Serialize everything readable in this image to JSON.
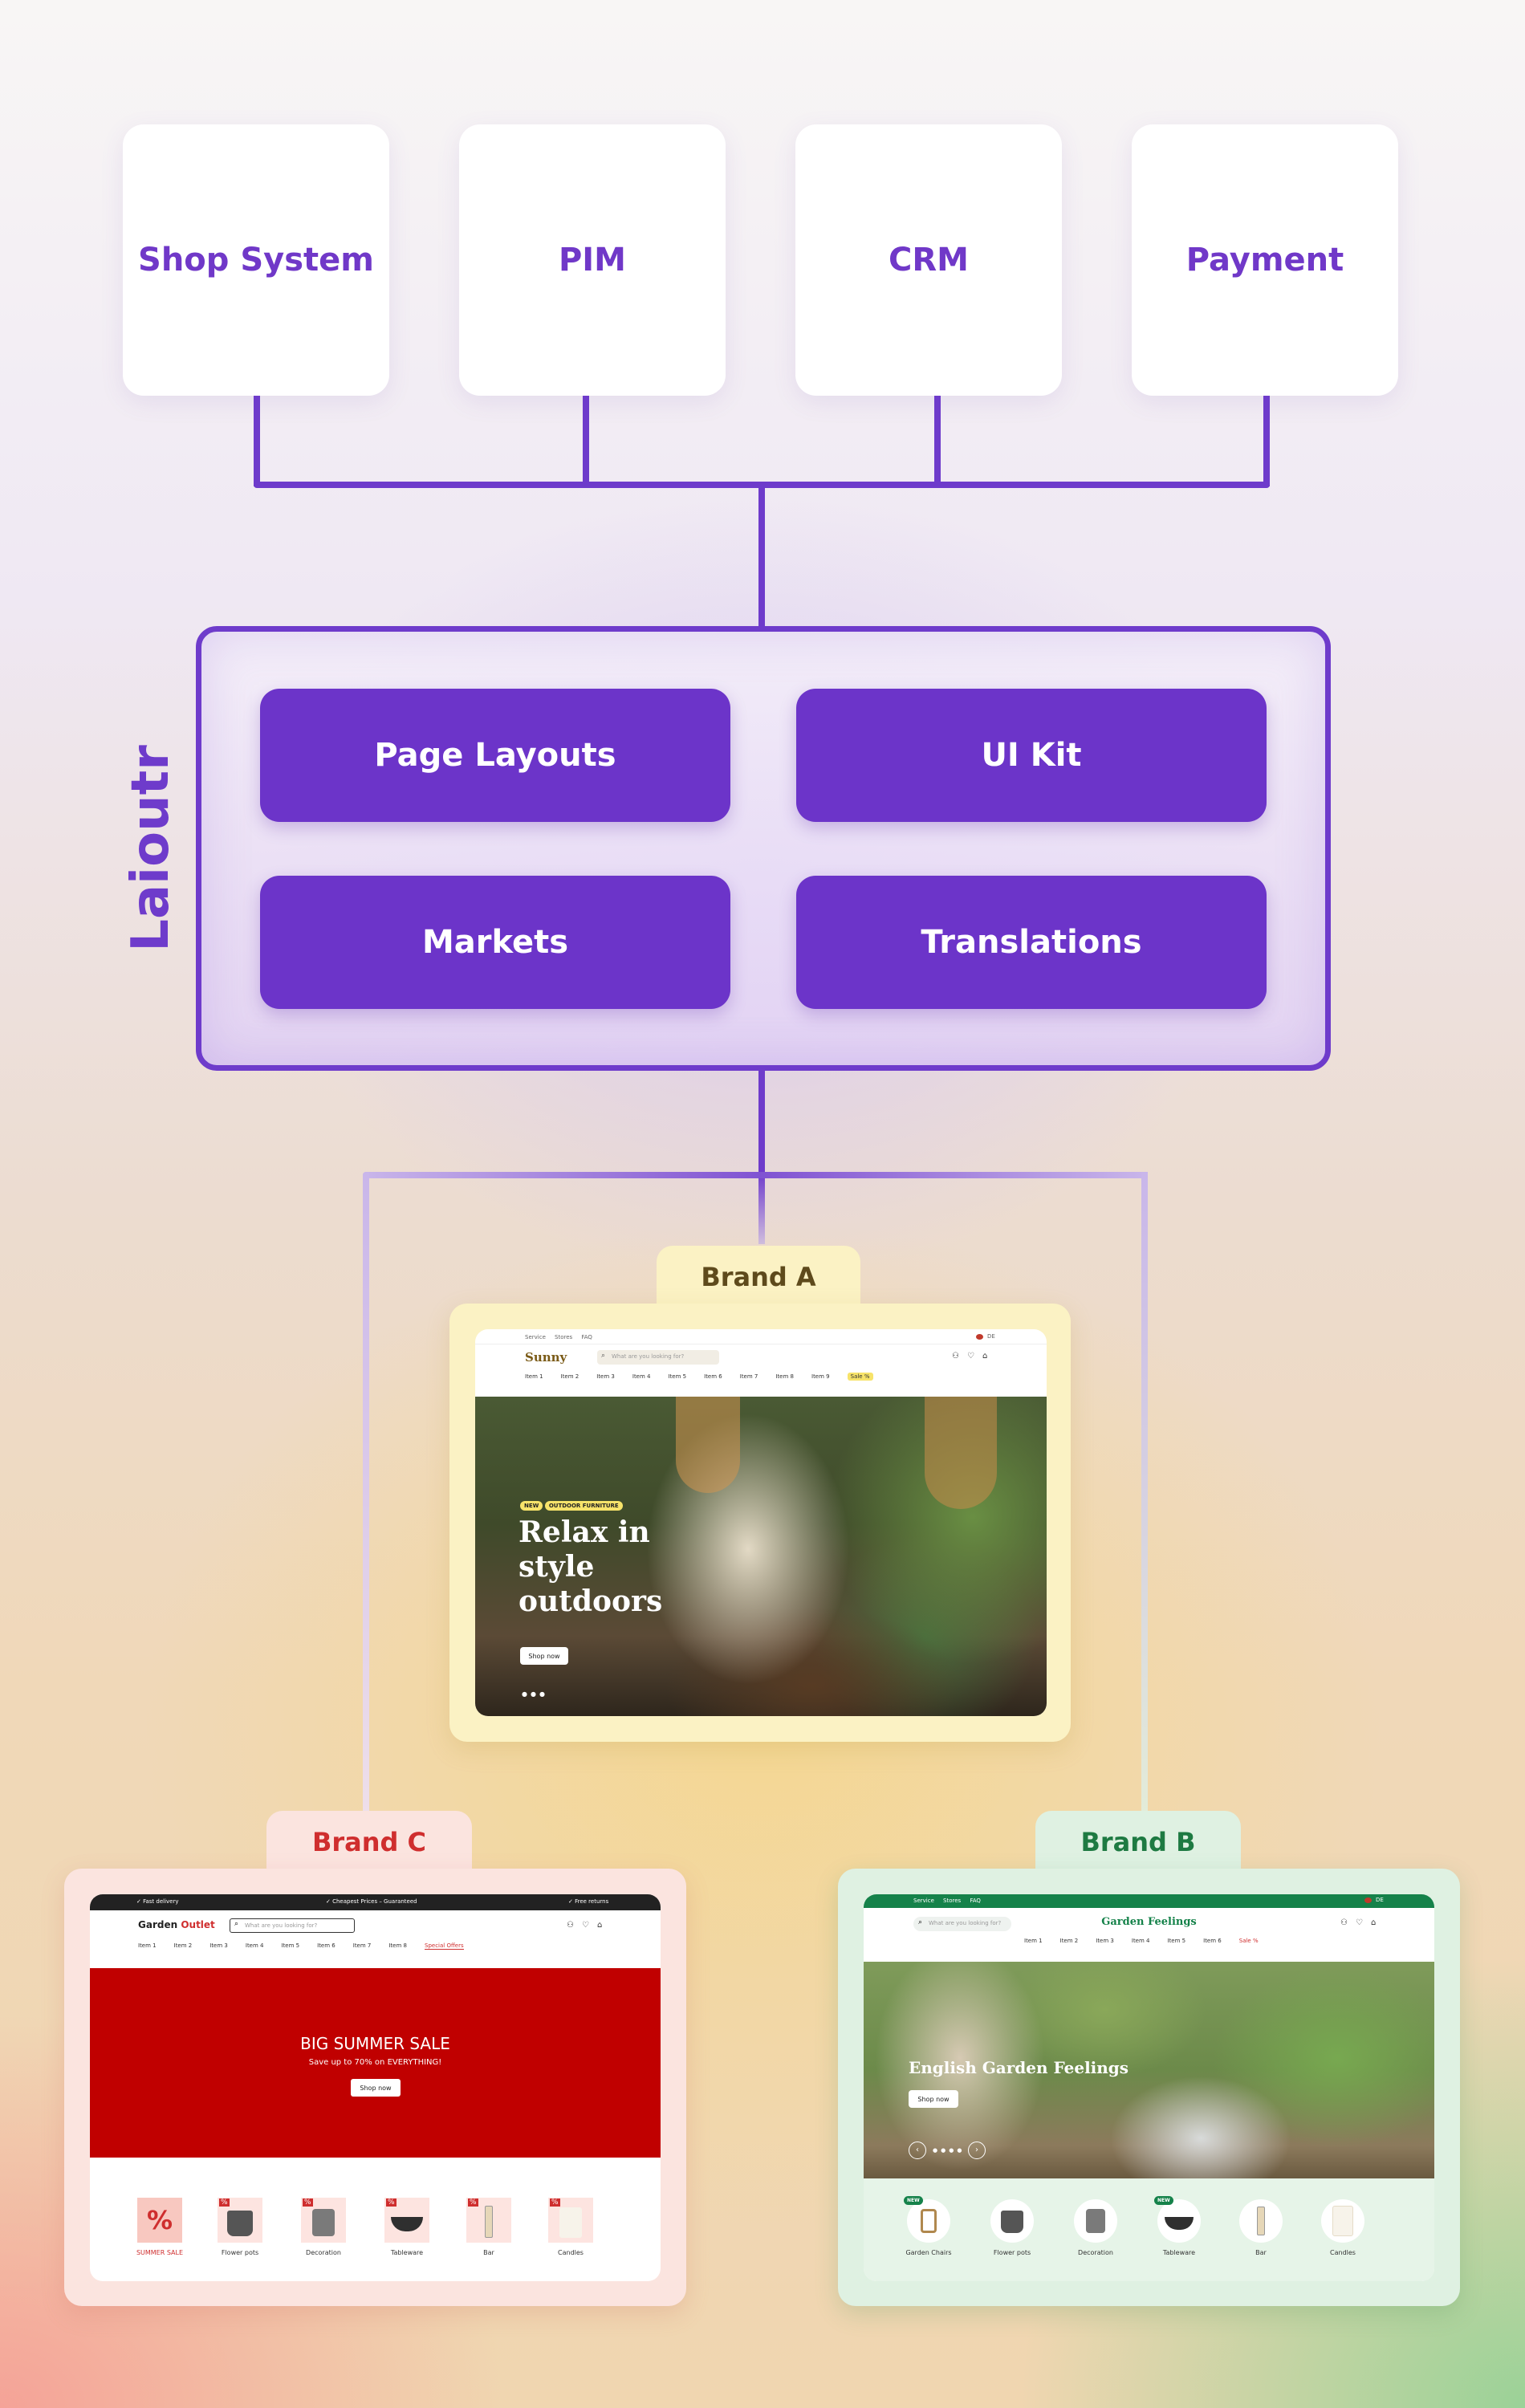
{
  "systems": [
    {
      "label": "Shop System",
      "icon": "shop-system"
    },
    {
      "label": "PIM",
      "icon": "pim"
    },
    {
      "label": "CRM",
      "icon": "crm"
    },
    {
      "label": "Payment",
      "icon": "payment"
    }
  ],
  "platform": {
    "name": "Laioutr",
    "modules": [
      "Page Layouts",
      "UI Kit",
      "Markets",
      "Translations"
    ]
  },
  "colors": {
    "accent": "#6e3bcb",
    "module_bg": "#6c34c9",
    "brand_a_tab": "#fbf2c4",
    "brand_b_tab": "#dff1e2",
    "brand_c_tab": "#fbe4df",
    "brand_a_text": "#5e4a1c",
    "brand_b_text": "#1e7a42",
    "brand_c_text": "#cf2e2e"
  },
  "brand_a": {
    "tab": "Brand A",
    "topbar": [
      "Service",
      "Stores",
      "FAQ"
    ],
    "lang": "DE",
    "logo": "Sunny",
    "search_placeholder": "What are you looking for?",
    "nav": [
      "Item 1",
      "Item 2",
      "Item 3",
      "Item 4",
      "Item 5",
      "Item 6",
      "Item 7",
      "Item 8",
      "Item 9",
      "Sale %"
    ],
    "badges": [
      "NEW",
      "OUTDOOR FURNITURE"
    ],
    "headline": [
      "Relax in",
      "style",
      "outdoors"
    ],
    "button": "Shop now"
  },
  "brand_b": {
    "tab": "Brand B",
    "topbar": [
      "Service",
      "Stores",
      "FAQ"
    ],
    "lang": "DE",
    "logo": "Garden Feelings",
    "search_placeholder": "What are you looking for?",
    "nav": [
      "Item 1",
      "Item 2",
      "Item 3",
      "Item 4",
      "Item 5",
      "Item 6",
      "Sale %"
    ],
    "headline": "English Garden Feelings",
    "button": "Shop now",
    "categories": [
      {
        "label": "Garden Chairs",
        "badge": "NEW"
      },
      {
        "label": "Flower pots",
        "badge": ""
      },
      {
        "label": "Decoration",
        "badge": ""
      },
      {
        "label": "Tableware",
        "badge": "NEW"
      },
      {
        "label": "Bar",
        "badge": ""
      },
      {
        "label": "Candles",
        "badge": ""
      }
    ]
  },
  "brand_c": {
    "tab": "Brand C",
    "topbar": [
      "Fast delivery",
      "Cheapest Prices – Guaranteed",
      "Free returns"
    ],
    "logo_main": "Garden ",
    "logo_accent": "Outlet",
    "search_placeholder": "What are you looking for?",
    "nav": [
      "Item 1",
      "Item 2",
      "Item 3",
      "Item 4",
      "Item 5",
      "Item 6",
      "Item 7",
      "Item 8",
      "Special Offers"
    ],
    "headline": "BIG SUMMER SALE",
    "subline": "Save up to 70% on EVERYTHING!",
    "button": "Shop now",
    "categories": [
      {
        "label": "SUMMER SALE"
      },
      {
        "label": "Flower pots"
      },
      {
        "label": "Decoration"
      },
      {
        "label": "Tableware"
      },
      {
        "label": "Bar"
      },
      {
        "label": "Candles"
      }
    ]
  }
}
